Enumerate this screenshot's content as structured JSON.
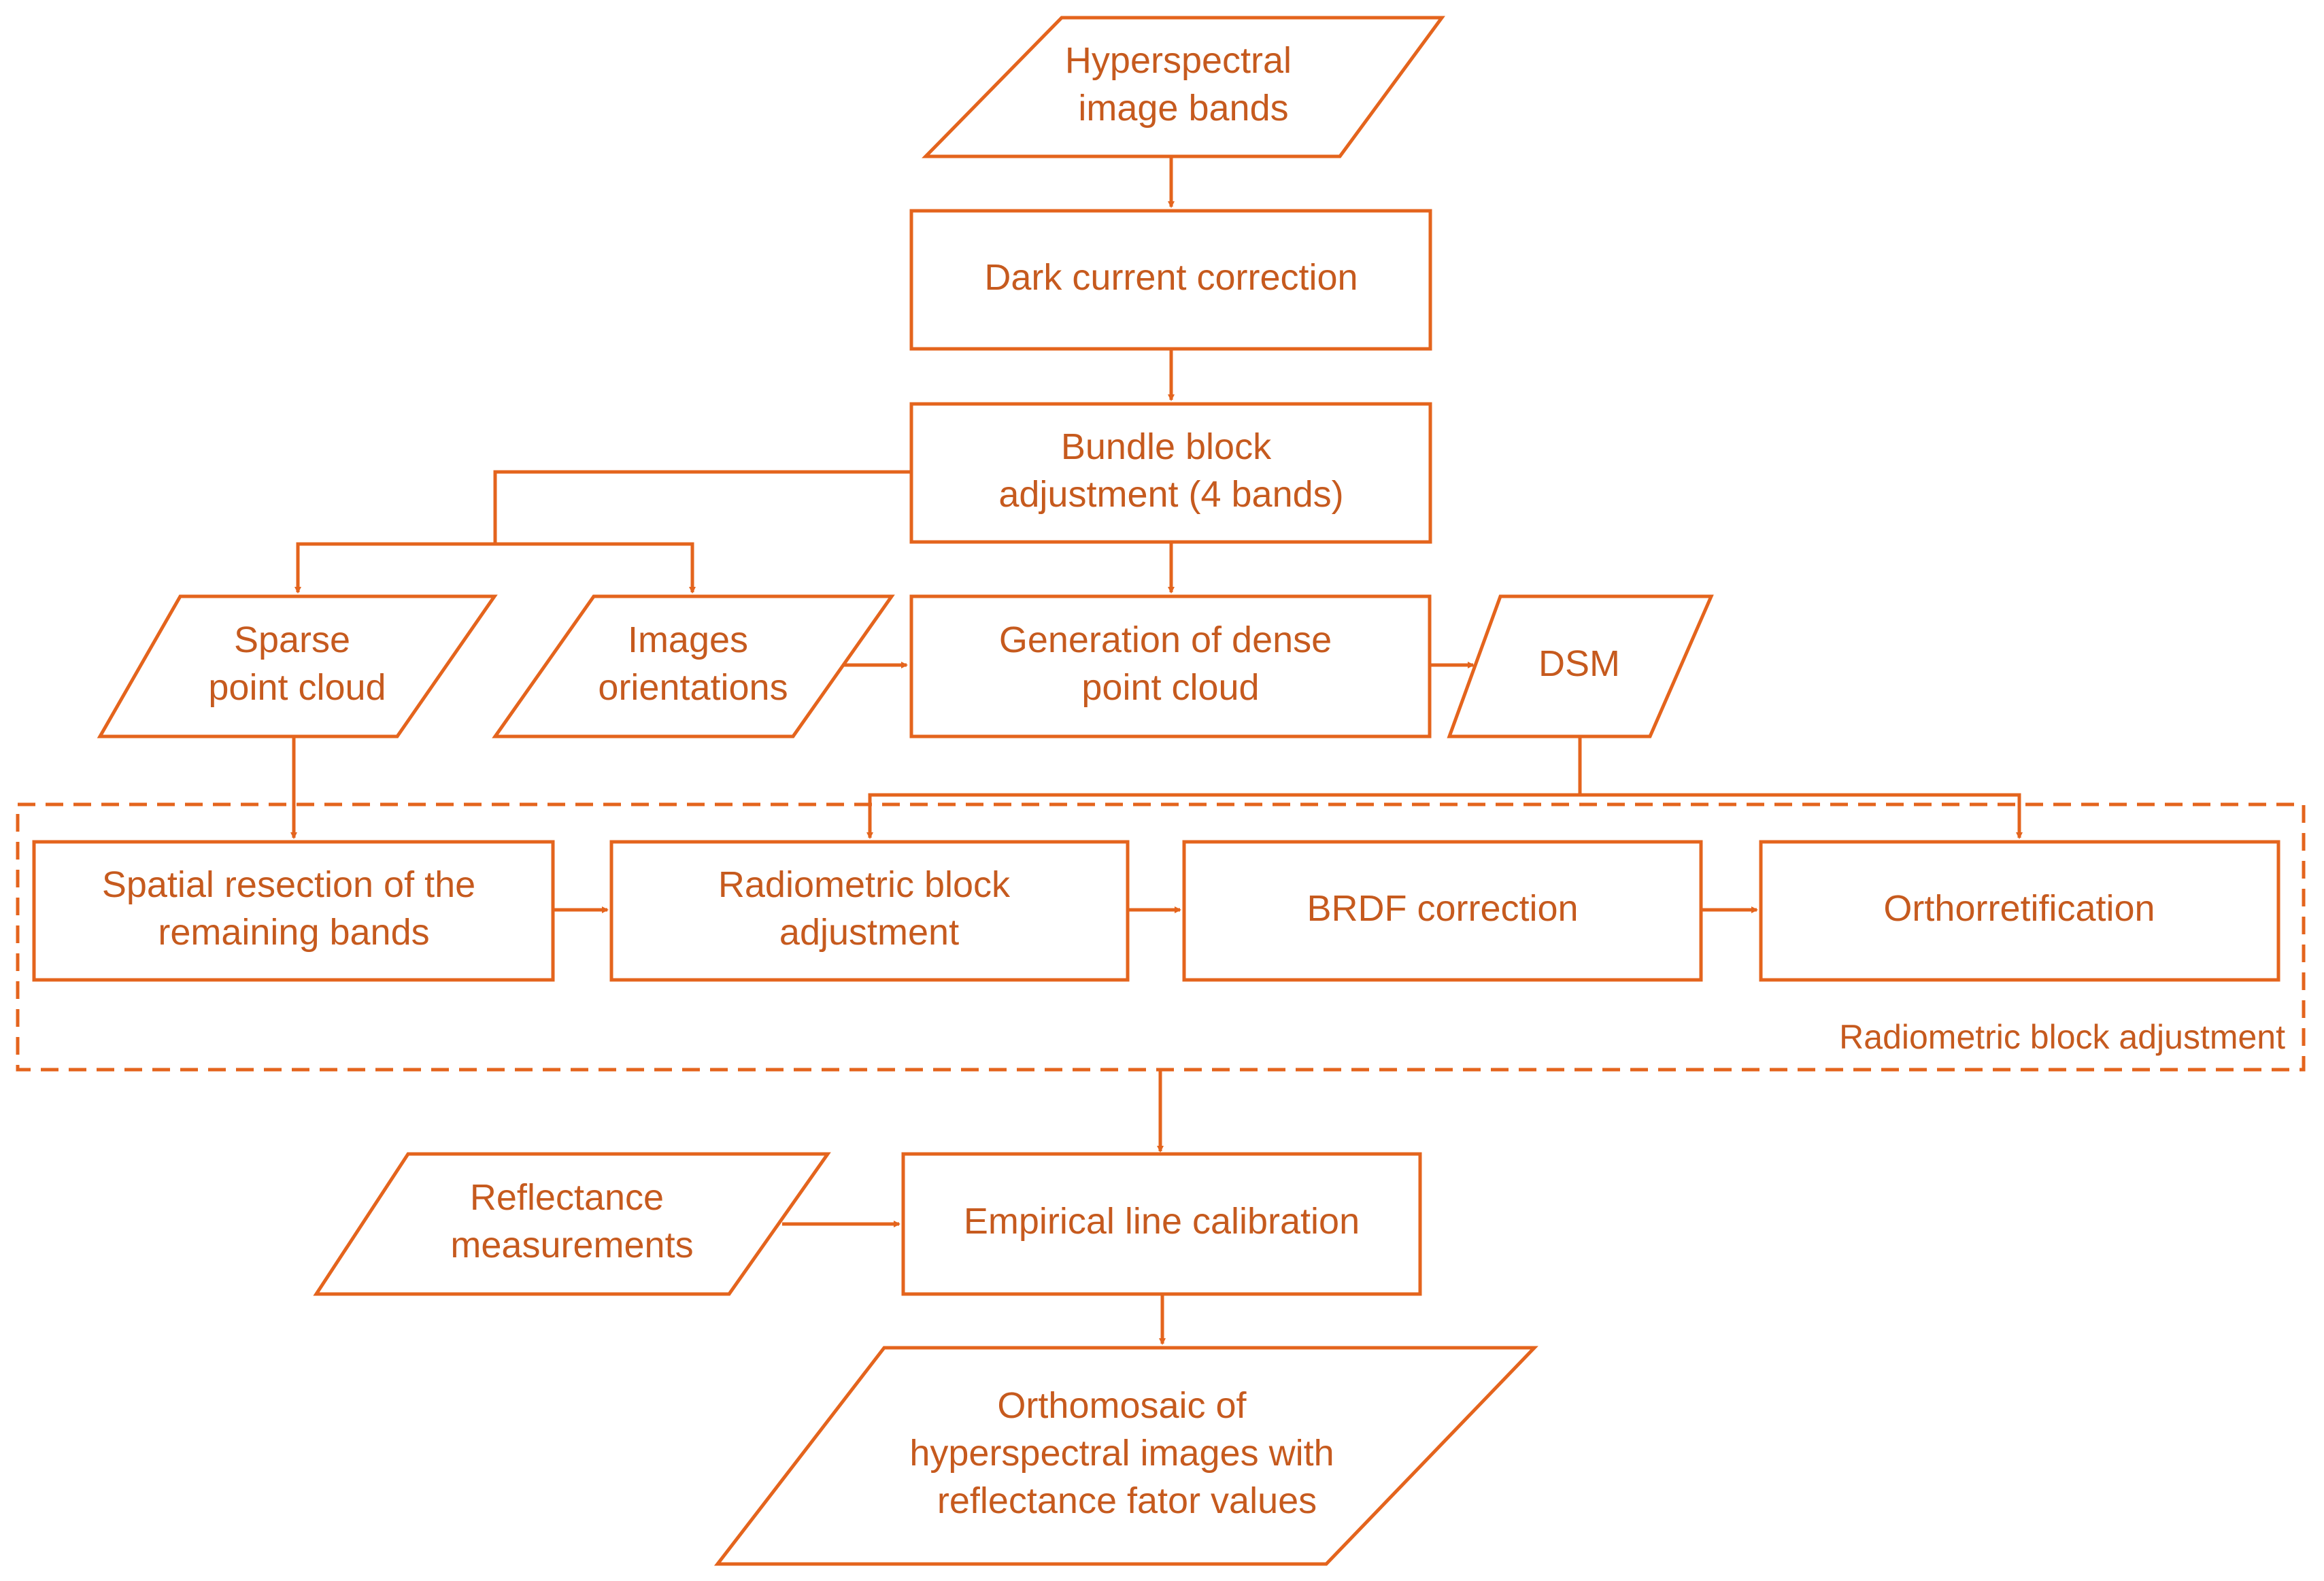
{
  "colors": {
    "stroke": "#E4641D",
    "text": "#C65A1E",
    "background": "#FFFFFF"
  },
  "group": {
    "label": "Radiometric block adjustment"
  },
  "nodes": {
    "hyperspectral_bands": {
      "shape": "parallelogram",
      "lines": [
        "Hyperspectral",
        "image bands"
      ]
    },
    "dark_current": {
      "shape": "rectangle",
      "lines": [
        "Dark current correction"
      ]
    },
    "bundle_block": {
      "shape": "rectangle",
      "lines": [
        "Bundle block",
        "adjustment (4 bands)"
      ]
    },
    "sparse_cloud": {
      "shape": "parallelogram",
      "lines": [
        "Sparse",
        "point cloud"
      ]
    },
    "images_orientations": {
      "shape": "parallelogram",
      "lines": [
        "Images",
        "orientations"
      ]
    },
    "dense_cloud": {
      "shape": "rectangle",
      "lines": [
        "Generation of dense",
        "point cloud"
      ]
    },
    "dsm": {
      "shape": "parallelogram",
      "lines": [
        "DSM"
      ]
    },
    "spatial_resection": {
      "shape": "rectangle",
      "lines": [
        "Spatial resection of the",
        "remaining bands"
      ]
    },
    "radiometric_block": {
      "shape": "rectangle",
      "lines": [
        "Radiometric block",
        "adjustment"
      ]
    },
    "brdf": {
      "shape": "rectangle",
      "lines": [
        "BRDF correction"
      ]
    },
    "orthorectification": {
      "shape": "rectangle",
      "lines": [
        "Orthorretification"
      ]
    },
    "reflectance_measurements": {
      "shape": "parallelogram",
      "lines": [
        "Reflectance",
        "measurements"
      ]
    },
    "empirical_line": {
      "shape": "rectangle",
      "lines": [
        "Empirical line calibration"
      ]
    },
    "orthomosaic": {
      "shape": "parallelogram",
      "lines": [
        "Orthomosaic of",
        "hyperspectral images with",
        "reflectance fator values"
      ]
    }
  },
  "edges": [
    {
      "from": "hyperspectral_bands",
      "to": "dark_current"
    },
    {
      "from": "dark_current",
      "to": "bundle_block"
    },
    {
      "from": "bundle_block",
      "to": "sparse_cloud"
    },
    {
      "from": "bundle_block",
      "to": "images_orientations"
    },
    {
      "from": "bundle_block",
      "to": "dense_cloud"
    },
    {
      "from": "images_orientations",
      "to": "dense_cloud"
    },
    {
      "from": "dense_cloud",
      "to": "dsm"
    },
    {
      "from": "sparse_cloud",
      "to": "spatial_resection"
    },
    {
      "from": "dsm",
      "to": "radiometric_block"
    },
    {
      "from": "dsm",
      "to": "orthorectification"
    },
    {
      "from": "spatial_resection",
      "to": "radiometric_block"
    },
    {
      "from": "radiometric_block",
      "to": "brdf"
    },
    {
      "from": "brdf",
      "to": "orthorectification"
    },
    {
      "from": "group",
      "to": "empirical_line"
    },
    {
      "from": "reflectance_measurements",
      "to": "empirical_line"
    },
    {
      "from": "empirical_line",
      "to": "orthomosaic"
    }
  ]
}
